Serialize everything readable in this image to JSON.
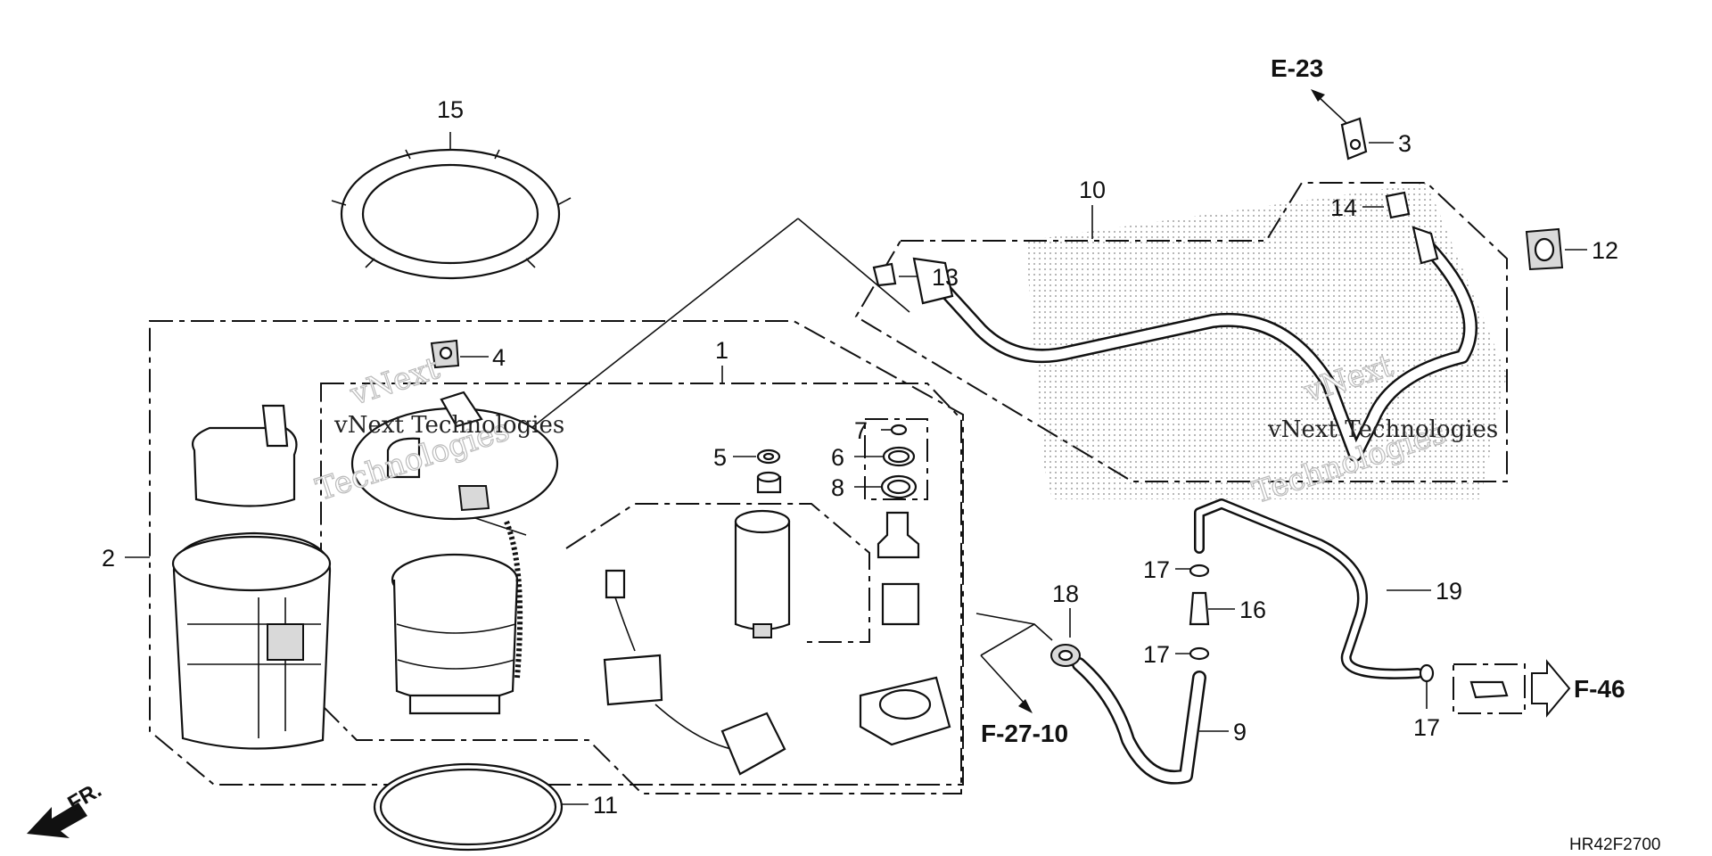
{
  "diagram": {
    "diagram_code": "HR42F2700",
    "front_marker": "FR.",
    "references": {
      "e23": "E-23",
      "f46": "F-46",
      "f2710": "F-27-10"
    },
    "part_labels": {
      "p1": "1",
      "p2": "2",
      "p3": "3",
      "p4": "4",
      "p5": "5",
      "p6": "6",
      "p7": "7",
      "p8": "8",
      "p9": "9",
      "p10": "10",
      "p11": "11",
      "p12": "12",
      "p13": "13",
      "p14": "14",
      "p15": "15",
      "p16": "16",
      "p17a": "17",
      "p17b": "17",
      "p17c": "17",
      "p18": "18",
      "p19": "19"
    },
    "watermark": {
      "brand": "vNext",
      "word": "Technologies",
      "full": "vNext Technologies"
    }
  },
  "colors": {
    "ink": "#111111",
    "shade": "#d9d9d9",
    "watermark": "#bbbbbb"
  }
}
